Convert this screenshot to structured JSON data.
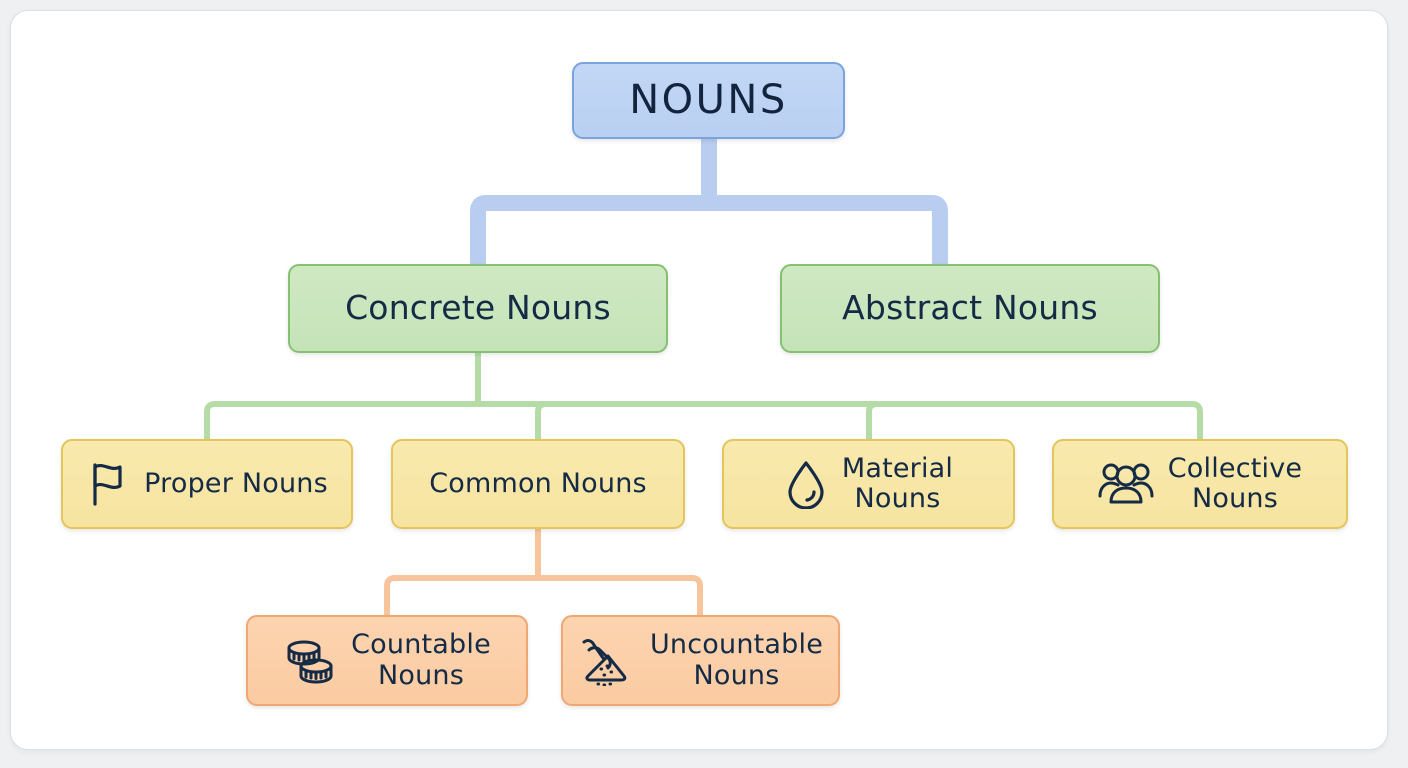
{
  "diagram": {
    "title": "NOUNS",
    "root": {
      "label": "NOUNS",
      "color": "#b9d0f2",
      "border": "#7ba3dd"
    },
    "level2": [
      {
        "label": "Concrete Nouns",
        "color": "#c5e3b8",
        "border": "#86c172"
      },
      {
        "label": "Abstract Nouns",
        "color": "#c5e3b8",
        "border": "#86c172"
      }
    ],
    "level3": [
      {
        "label": "Proper Nouns",
        "icon": "flag-icon",
        "color": "#f6e4a0",
        "border": "#e2c65c"
      },
      {
        "label": "Common Nouns",
        "icon": "none",
        "color": "#f6e4a0",
        "border": "#e2c65c"
      },
      {
        "label": "Material\nNouns",
        "icon": "droplet-icon",
        "color": "#f6e4a0",
        "border": "#e2c65c"
      },
      {
        "label": "Collective\nNouns",
        "icon": "people-icon",
        "color": "#f6e4a0",
        "border": "#e2c65c"
      }
    ],
    "level4": [
      {
        "label": "Countable\nNouns",
        "icon": "coins-icon",
        "color": "#fbcba2",
        "border": "#f0a773"
      },
      {
        "label": "Uncountable\nNouns",
        "icon": "scoop-icon",
        "color": "#fbcba2",
        "border": "#f0a773"
      }
    ],
    "connector_colors": {
      "root_to_level2": "#b8cdf0",
      "level2_to_level3": "#b5dca6",
      "level3_to_level4": "#f8c49c"
    },
    "text_color": "#142a45",
    "canvas": {
      "background": "#eef0f2",
      "card_background": "#ffffff",
      "card_border": "#dcdfe3"
    }
  }
}
